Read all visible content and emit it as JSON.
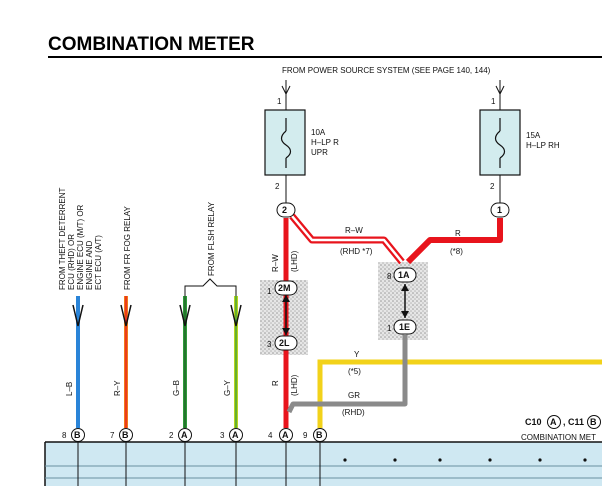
{
  "title": "COMBINATION METER",
  "power_note": "FROM POWER SOURCE SYSTEM (SEE PAGE 140, 144)",
  "fuses": [
    {
      "line1": "10A",
      "line2": "H–LP R",
      "line3": "UPR",
      "top_pin": "1",
      "bottom_pin": "2"
    },
    {
      "line1": "15A",
      "line2": "H–LP RH",
      "line3": "",
      "top_pin": "1",
      "bottom_pin": "2"
    }
  ],
  "connectors": {
    "j2": "2",
    "j1": "1",
    "j2m": "2M",
    "j2l": "2L",
    "j1a": "1A",
    "j1e": "1E",
    "b8": "B",
    "b7": "B",
    "a2": "A",
    "a3": "A",
    "a4": "A",
    "b9": "B"
  },
  "pins": {
    "p2m": "1",
    "p2l": "3",
    "p1a": "8",
    "p1e": "1",
    "b8": "8",
    "b7": "7",
    "a2": "2",
    "a3": "3",
    "a4": "4",
    "b9": "9"
  },
  "sources": {
    "theft": [
      "FROM THEFT DETERRENT",
      "ECU (RHD) OR",
      "ENGINE ECU (M/T) OR",
      "ENGINE AND",
      "ECT ECU (A/T)"
    ],
    "fog": "FROM FR FOG RELAY",
    "flsh": "FROM FLSH RELAY"
  },
  "wires": {
    "lb": "L–B",
    "ry": "R–Y",
    "gb": "G–B",
    "gy": "G–Y",
    "rw_v": "R–W",
    "rw_v_note": "(LHD)",
    "rw_h": "R–W",
    "rw_h_note": "(RHD *7)",
    "r_top": "R",
    "r_top_note": "(*8)",
    "r_low": "R",
    "r_low_note": "(LHD)",
    "y": "Y",
    "y_note": "(*5)",
    "gr": "GR",
    "gr_note": "(RHD)"
  },
  "meter_refs": {
    "c10": "C10",
    "c10_letter": "A",
    "c11": "C11",
    "c11_letter": "B",
    "meter_label": "COMBINATION MET"
  },
  "colors": {
    "blue": "#2a84d8",
    "orange": "#f07a1a",
    "green": "#2f9a3a",
    "yellow_green": "#b8d41e",
    "red": "#e8141c",
    "yellow": "#f2d21a",
    "gray": "#8a8a8a",
    "fuse_fill": "#d3ecee",
    "meter_fill": "#cfe8f2"
  }
}
